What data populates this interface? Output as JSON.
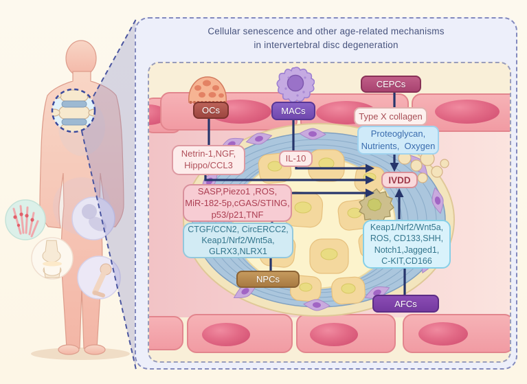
{
  "panel": {
    "title_line1": "Cellular senescence and other age-related mechanisms",
    "title_line2": "in intervertebral disc degeneration"
  },
  "cell_labels": {
    "ocs": "OCs",
    "macs": "MACs",
    "cepcs": "CEPCs",
    "npcs": "NPCs",
    "afcs": "AFCs"
  },
  "factor_boxes": {
    "type_x_collagen": {
      "lines": [
        "Type X collagen"
      ]
    },
    "proteoglycan": {
      "lines": [
        "Proteoglycan,",
        "Nutrients,  Oxygen"
      ]
    },
    "netrin": {
      "lines": [
        "Netrin-1,NGF,",
        "Hippo/CCL3"
      ]
    },
    "il10": {
      "lines": [
        "IL-10"
      ]
    },
    "ivdd": {
      "lines": [
        "IVDD"
      ]
    },
    "sasp": {
      "lines": [
        "SASP,Piezo1 ,ROS,",
        "MiR-182-5p,cGAS/STING,",
        "p53/p21,TNF"
      ]
    },
    "ctgf": {
      "lines": [
        "CTGF/CCN2, CircERCC2,",
        "Keap1/Nrf2/Wnt5a,",
        "GLRX3,NLRX1"
      ]
    },
    "keap1": {
      "lines": [
        "Keap1/Nrf2/Wnt5a,",
        "ROS, CD133,SHH,",
        "Notch1,Jagged1,",
        "C-KIT,CD166"
      ]
    }
  },
  "icons": {
    "osteoclast": "osteoclast-cell-icon",
    "macrophage": "macrophage-cell-icon",
    "spine_inset": "spine-segment-icon",
    "hand_joint": "hand-joint-icon",
    "knee_joint": "knee-joint-icon",
    "hip_joint": "hip-joint-icon",
    "femur_joint": "femur-joint-icon"
  },
  "colors": {
    "arrow_navy": "#26356b",
    "outer_panel_bg": "#edeffa",
    "inner_panel_bg": "#f9efd8",
    "vertebra_pink": "#f19ba3",
    "nucleus_pulposus": "#fcf3cc",
    "annulus_blue": "#abc6dd",
    "ocs_red": "#9d4640",
    "macs_purple": "#7048ae",
    "cepcs_rose": "#a84370",
    "npcs_tan": "#a87a42",
    "afcs_purple": "#753aa0"
  }
}
